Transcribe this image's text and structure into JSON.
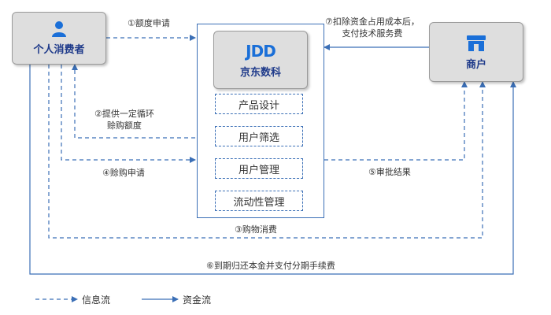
{
  "nodes": {
    "consumer": {
      "label": "个人消费者",
      "icon": "person-icon"
    },
    "jdd": {
      "logo_text": "JDD",
      "label": "京东数科"
    },
    "merchant": {
      "label": "商户",
      "icon": "shop-icon"
    }
  },
  "services": [
    "产品设计",
    "用户筛选",
    "用户管理",
    "流动性管理"
  ],
  "edges": {
    "e1": "①额度申请",
    "e2_line1": "②提供一定循环",
    "e2_line2": "赊购额度",
    "e3": "③购物消费",
    "e4": "④赊购申请",
    "e5": "⑤审批结果",
    "e6": "⑥到期归还本金并支付分期手续费",
    "e7_line1": "⑦扣除资金占用成本后，",
    "e7_line2": "支付技术服务费"
  },
  "legend": {
    "info_flow": "信息流",
    "fund_flow": "资金流"
  },
  "colors": {
    "flow": "#3b6fb6",
    "node_text": "#1e3a8a",
    "node_fill": "#dedede"
  }
}
